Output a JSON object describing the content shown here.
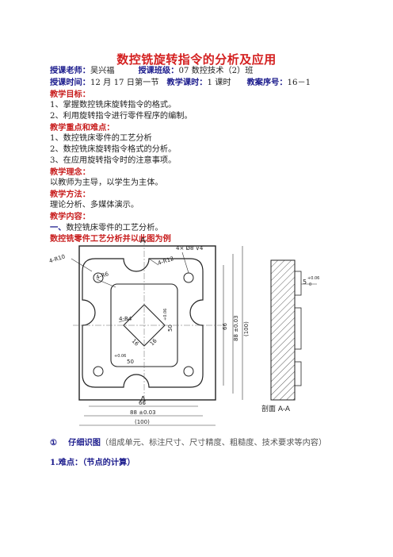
{
  "doc": {
    "title": "数控铣旋转指令的分析及应用",
    "teacher_label": "授课老师：",
    "teacher": "吴兴福",
    "class_label": "授课班级：",
    "class": "07 数控技术（2）班",
    "time_label": "授课时间：",
    "time": "12 月 17 日第一节",
    "hours_label": "教学课时：",
    "hours": "1 课时",
    "plan_label": "教案序号：",
    "plan": "16－1",
    "goals_heading": "教学目标：",
    "goals": [
      "1、掌握数控铣床旋转指令的格式。",
      "2、利用旋转指令进行零件程序的编制。"
    ],
    "key_heading": "教学重点和难点：",
    "key_points": [
      "1、数控铣床零件的工艺分析",
      "2、数控铣床旋转指令格式的分析。",
      "3、在应用旋转指令时的注意事项。"
    ],
    "concept_heading": "教学理念：",
    "concept": "以教师为主导，以学生为主体。",
    "method_heading": "教学方法：",
    "method": "理论分析、多媒体演示。",
    "content_heading": "教学内容：",
    "content_first_prefix": "一、",
    "content_first": "数控铣床零件的工艺分析。",
    "figure_caption": "数控铣零件工艺分析并以此图为例",
    "step1_marker": "①",
    "step1_label": "仔细识图",
    "step1_detail": "（组成单元、标注尺寸、尺寸精度、粗糙度、技术要求等内容）",
    "difficulty": "1.难点：（节点的计算）"
  },
  "drawing": {
    "label_a_top": "A",
    "label_a_bottom": "A",
    "holes": "4× Ø8 ⊽4",
    "r12": "4-R12",
    "r10": "4-R10",
    "r6": "4-R6",
    "r4": "4-R4",
    "d16a": "16",
    "d16b": "16",
    "d50v": "50",
    "d50h": "50",
    "tol_pos": "+0.06",
    "tol_zero": "0",
    "d66v": "66",
    "d88v": "88 ±0.03",
    "d100v": "(100)",
    "d66h": "66",
    "d88h": "88 ±0.03",
    "d100h": "(100)",
    "d5": "5",
    "section_label": "剖面 A-A"
  }
}
